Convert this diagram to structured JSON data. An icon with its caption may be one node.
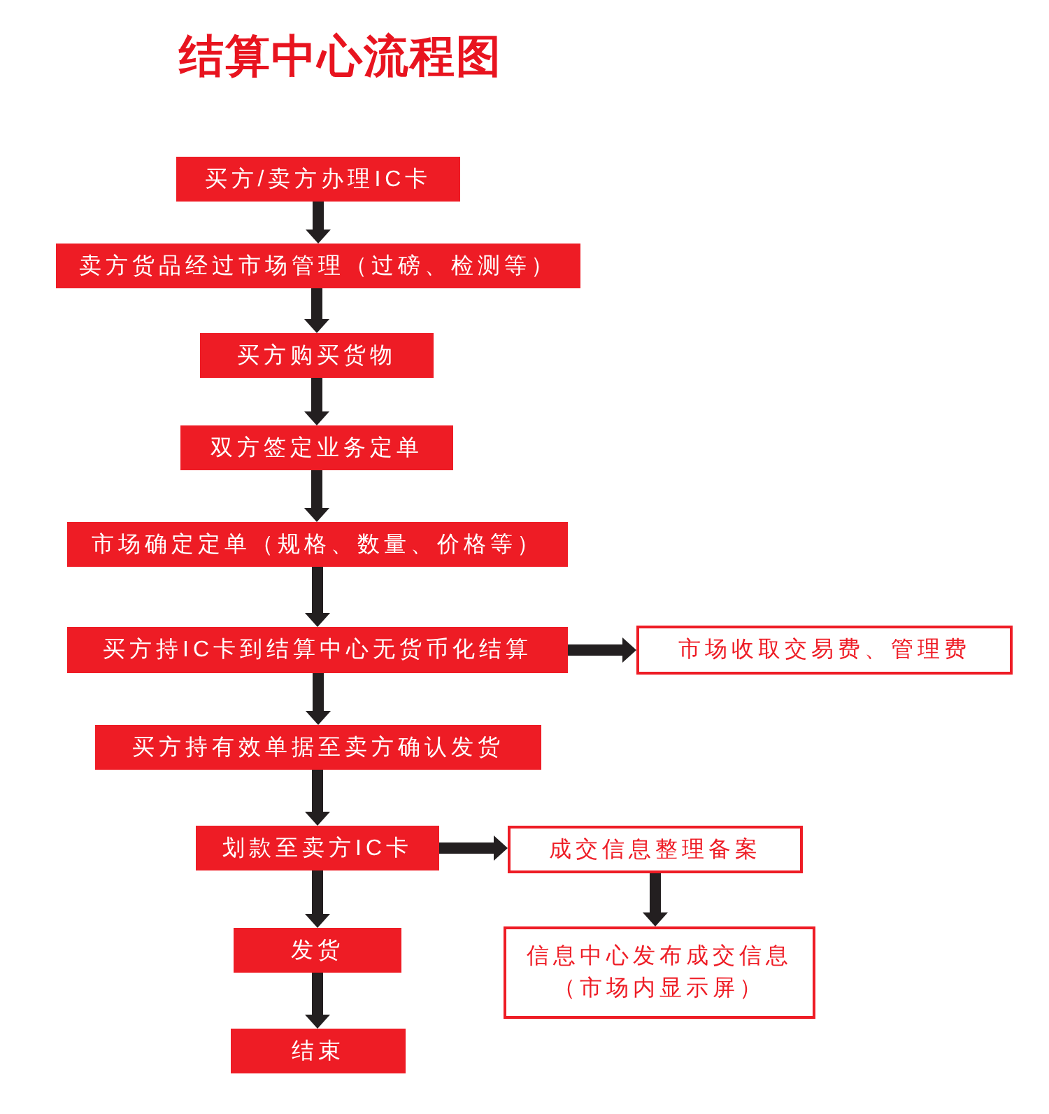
{
  "diagram": {
    "title": "结算中心流程图",
    "nodes": [
      {
        "text": [
          "买方/卖方办理IC卡"
        ]
      },
      {
        "text": [
          "卖方货品经过市场管理（过磅、检测等）"
        ]
      },
      {
        "text": [
          "买方购买货物"
        ]
      },
      {
        "text": [
          "双方签定业务定单"
        ]
      },
      {
        "text": [
          "市场确定定单（规格、数量、价格等）"
        ]
      },
      {
        "text": [
          "买方持IC卡到结算中心无货币化结算"
        ]
      },
      {
        "text": [
          "市场收取交易费、管理费"
        ]
      },
      {
        "text": [
          "买方持有效单据至卖方确认发货"
        ]
      },
      {
        "text": [
          "划款至卖方IC卡"
        ]
      },
      {
        "text": [
          "成交信息整理备案"
        ]
      },
      {
        "text": [
          "信息中心发布成交信息（市场内显示屏）"
        ]
      },
      {
        "text": [
          "发货"
        ]
      },
      {
        "text": [
          "结束"
        ]
      }
    ],
    "edges": [
      {
        "from": 0,
        "to": 1,
        "arrow": "to"
      },
      {
        "from": 1,
        "to": 2,
        "arrow": "to"
      },
      {
        "from": 2,
        "to": 3,
        "arrow": "to"
      },
      {
        "from": 3,
        "to": 4,
        "arrow": "to"
      },
      {
        "from": 4,
        "to": 5,
        "arrow": "to"
      },
      {
        "from": 5,
        "to": 6,
        "arrow": "to"
      },
      {
        "from": 5,
        "to": 7,
        "arrow": "to"
      },
      {
        "from": 7,
        "to": 8,
        "arrow": "to"
      },
      {
        "from": 8,
        "to": 9,
        "arrow": "to"
      },
      {
        "from": 9,
        "to": 10,
        "arrow": "to"
      },
      {
        "from": 8,
        "to": 11,
        "arrow": "to"
      },
      {
        "from": 11,
        "to": 12,
        "arrow": "to"
      }
    ]
  }
}
